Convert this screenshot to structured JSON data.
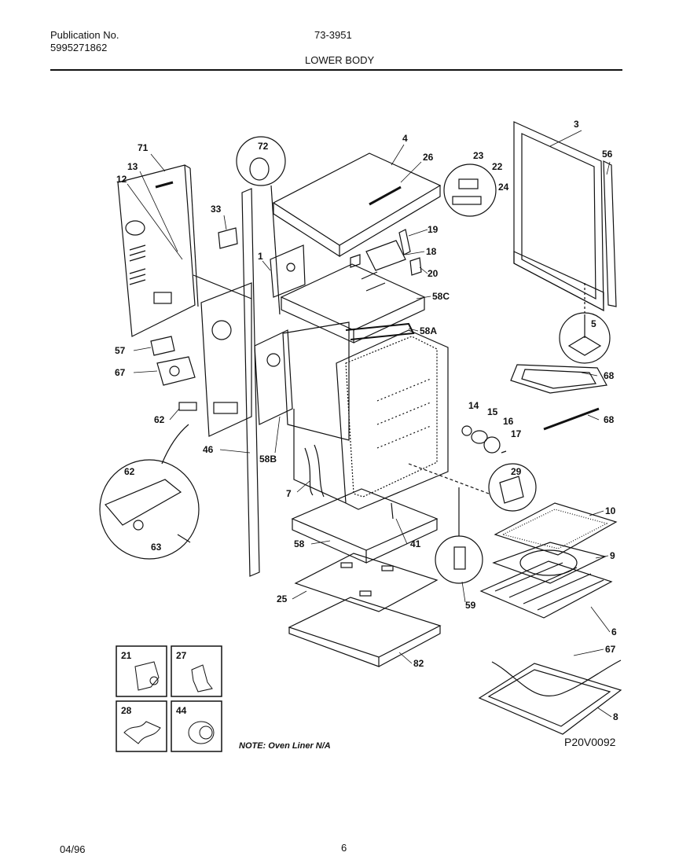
{
  "header": {
    "publication_label": "Publication No.",
    "publication_number": "5995271862",
    "model": "73-3951",
    "section_title": "LOWER BODY"
  },
  "labels": {
    "l71": "71",
    "l13": "13",
    "l12": "12",
    "l33": "33",
    "l72": "72",
    "l1": "1",
    "l4": "4",
    "l26": "26",
    "l23": "23",
    "l22": "22",
    "l24": "24",
    "l3": "3",
    "l56": "56",
    "l19": "19",
    "l18": "18",
    "l20": "20",
    "l58C": "58C",
    "l58A": "58A",
    "l5": "5",
    "l57": "57",
    "l67a": "67",
    "l62a": "62",
    "l46": "46",
    "l58B": "58B",
    "l7": "7",
    "l14": "14",
    "l15": "15",
    "l16": "16",
    "l17": "17",
    "l68a": "68",
    "l68b": "68",
    "l62b": "62",
    "l63": "63",
    "l29": "29",
    "l10": "10",
    "l58": "58",
    "l41": "41",
    "l9": "9",
    "l25": "25",
    "l59": "59",
    "l6": "6",
    "l82": "82",
    "l67b": "67",
    "l8": "8"
  },
  "insets": [
    "21",
    "27",
    "28",
    "44"
  ],
  "footer": {
    "note": "NOTE:  Oven Liner N/A",
    "drawing_code": "P20V0092",
    "date": "04/96",
    "page": "6"
  }
}
